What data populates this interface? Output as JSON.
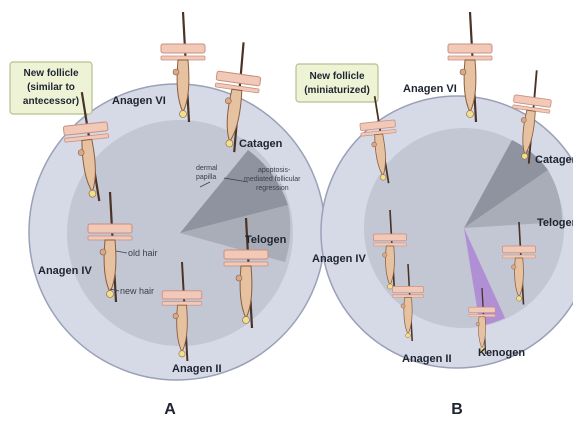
{
  "panels": {
    "a": {
      "caption": "A",
      "callout": [
        "New follicle",
        "(similar to",
        "antecessor)"
      ],
      "phase_labels": {
        "anagen_vi": "Anagen VI",
        "catagen": "Catagen",
        "telogen": "Telogen",
        "anagen_iv": "Anagen IV",
        "anagen_ii": "Anagen II"
      },
      "annotations": {
        "dermal_papilla": [
          "dermal",
          "papilla"
        ],
        "apoptosis": [
          "apoptosis-",
          "mediated follicular",
          "regression"
        ],
        "old_hair": "old hair",
        "new_hair": "new hair"
      }
    },
    "b": {
      "caption": "B",
      "callout": [
        "New follicle",
        "(miniaturized)"
      ],
      "phase_labels": {
        "anagen_vi": "Anagen VI",
        "catagen": "Catagen",
        "telogen": "Telogen",
        "anagen_iv": "Anagen IV",
        "anagen_ii": "Anagen II",
        "kenogen": "Kenogen"
      }
    }
  },
  "colors": {
    "outer_ring": "#d6d9e6",
    "outer_ring_stroke": "#9aa0b8",
    "inner_disc": "#c3c6d3",
    "sector_dark": "#8f939f",
    "sector_mid": "#a9adb8",
    "kenogen_sector": "#b08fd4",
    "callout_fill": "#eef3d6",
    "callout_stroke": "#b9bf8e",
    "skin": "#f2c8b6",
    "skin_stroke": "#c98f80",
    "follicle": "#e7c2a0",
    "follicle_stroke": "#8a5d3f",
    "hair": "#4a3325",
    "papilla": "#f0e08a"
  },
  "icons": [
    "hair-follicle-icon"
  ]
}
